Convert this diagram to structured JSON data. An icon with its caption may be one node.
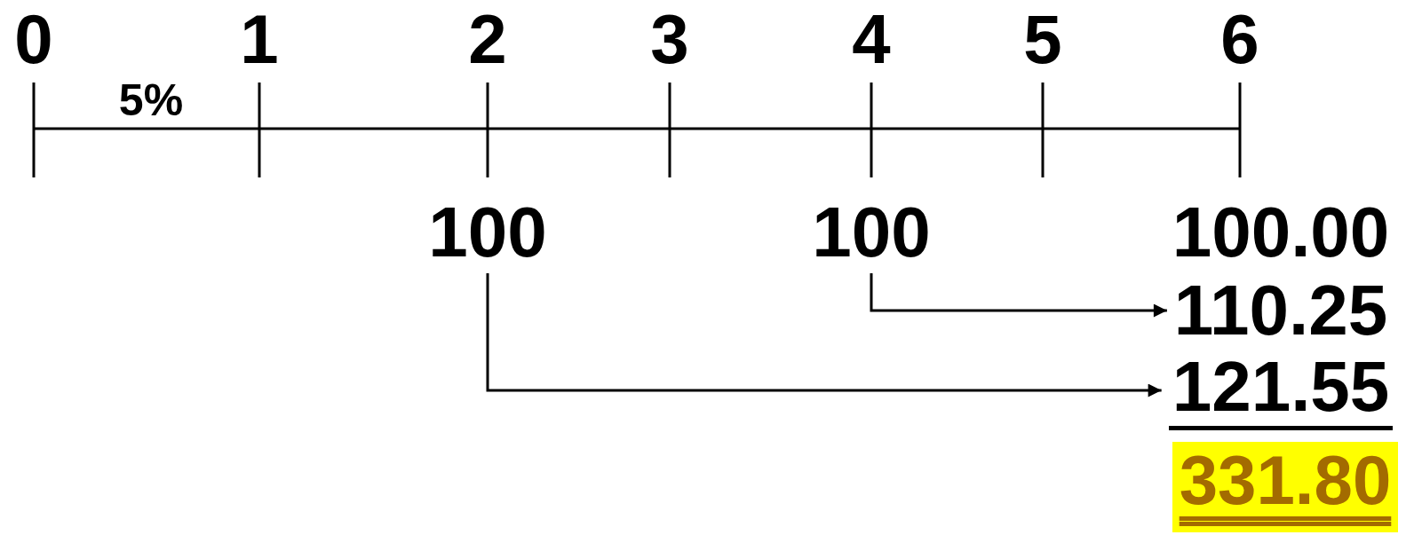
{
  "diagram": {
    "nodes": [
      {
        "text": [
          "100"
        ]
      },
      {
        "text": [
          "100"
        ]
      },
      {
        "text": [
          "100.00"
        ]
      },
      {
        "text": [
          "110.25"
        ]
      },
      {
        "text": [
          "121.55"
        ]
      },
      {
        "text": [
          "331.80"
        ]
      }
    ],
    "edges": [
      {
        "from": 1,
        "to": 3,
        "arrow": "to"
      },
      {
        "from": 0,
        "to": 4,
        "arrow": "to"
      }
    ],
    "labels": [
      "0",
      "1",
      "2",
      "3",
      "4",
      "5",
      "6",
      "5%"
    ]
  }
}
